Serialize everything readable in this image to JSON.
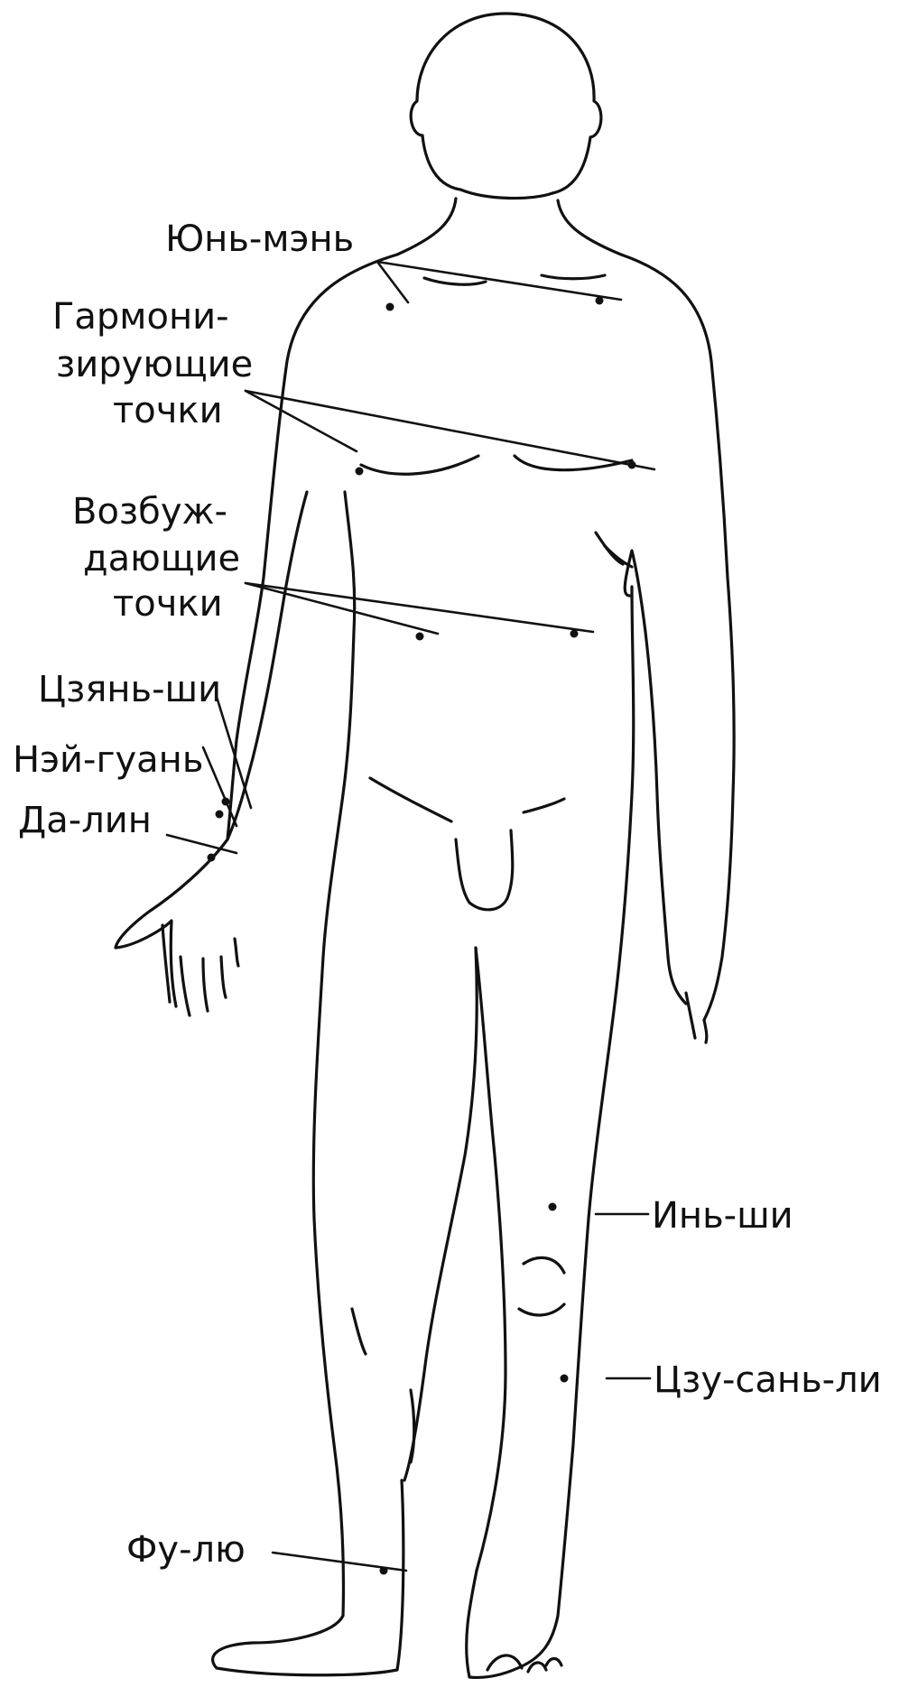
{
  "labels": {
    "yun_men": "Юнь-мэнь",
    "harmonizing_1": "Гармони-",
    "harmonizing_2": "зирующие",
    "harmonizing_3": "точки",
    "exciting_1": "Возбуж-",
    "exciting_2": "дающие",
    "exciting_3": "точки",
    "jian_shi": "Цзянь-ши",
    "nei_guan": "Нэй-гуань",
    "da_lin": "Да-лин",
    "yin_shi": "Инь-ши",
    "zu_san_li": "Цзу-сань-ли",
    "fu_liu": "Фу-лю"
  },
  "colors": {
    "ink": "#111111",
    "background": "#ffffff"
  }
}
